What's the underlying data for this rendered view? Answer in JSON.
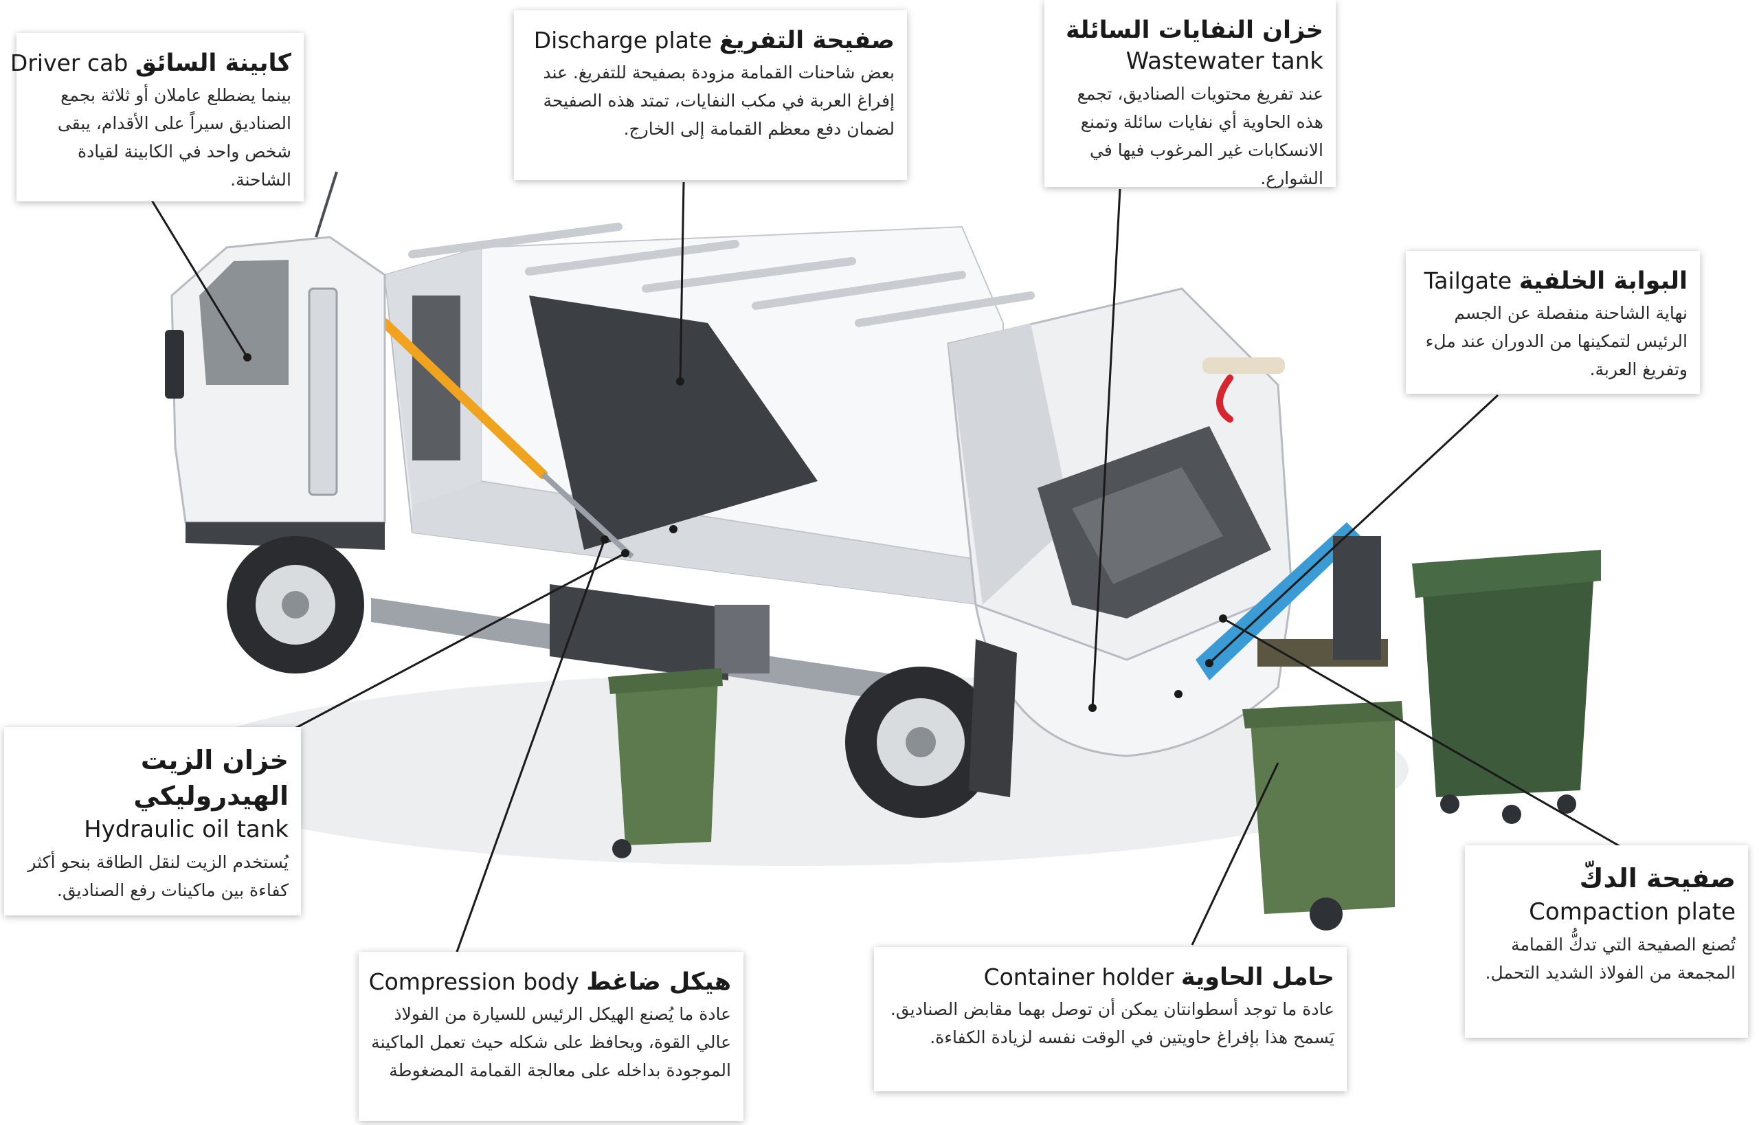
{
  "colors": {
    "truck_body": "#f2f3f5",
    "truck_shadow": "#c8ccd1",
    "dark_parts": "#4a4d52",
    "hydraulic": "#f0a31e",
    "bin_green": "#5d7a4f",
    "bin_dark_green": "#3d5a3b",
    "compaction_blue": "#3a9bd5",
    "hook_red": "#d6252e",
    "leader_line": "#1a1a1a"
  },
  "callouts": {
    "driver_cab": {
      "ar": "كابينة السائق",
      "en": "Driver cab",
      "body": "بينما يضطلع عاملان أو ثلاثة بجمع الصناديق سيراً على الأقدام، يبقى شخص واحد في الكابينة لقيادة الشاحنة."
    },
    "discharge_plate": {
      "ar": "صفيحة التفريغ",
      "en": "Discharge plate",
      "body": "بعض شاحنات القمامة مزودة بصفيحة للتفريغ. عند إفراغ العربة في مكب النفايات، تمتد هذه الصفيحة لضمان دفع معظم القمامة إلى الخارج."
    },
    "wastewater_tank": {
      "ar": "خزان النفايات السائلة",
      "en": "Wastewater tank",
      "body": "عند تفريغ محتويات الصناديق، تجمع هذه الحاوية أي نفايات سائلة وتمنع الانسكابات غير المرغوب فيها في الشوارع."
    },
    "tailgate": {
      "ar": "البوابة الخلفية",
      "en": "Tailgate",
      "body": "نهاية الشاحنة منفصلة عن الجسم الرئيس لتمكينها من الدوران عند ملء وتفريغ العربة."
    },
    "hydraulic_oil_tank": {
      "ar": "خزان الزيت الهيدروليكي",
      "en": "Hydraulic oil tank",
      "body": "يُستخدم الزيت لنقل الطاقة بنحو أكثر كفاءة بين ماكينات رفع الصناديق."
    },
    "compaction_plate": {
      "ar": "صفيحة الدكّ",
      "en": "Compaction plate",
      "body": "تُصنع الصفيحة التي تدكُّ القمامة المجمعة من الفولاذ الشديد التحمل."
    },
    "compression_body": {
      "ar": "هيكل ضاغط",
      "en": "Compression body",
      "body": "عادة ما يُصنع الهيكل الرئيس للسيارة من الفولاذ عالي القوة، ويحافظ على شكله حيث تعمل الماكينة الموجودة بداخله على معالجة القمامة المضغوطة"
    },
    "container_holder": {
      "ar": "حامل الحاوية",
      "en": "Container holder",
      "body": "عادة ما توجد أسطوانتان يمكن أن توصل بهما مقابض الصناديق. يَسمح هذا بإفراغ حاويتين في الوقت نفسه لزيادة الكفاءة."
    }
  }
}
